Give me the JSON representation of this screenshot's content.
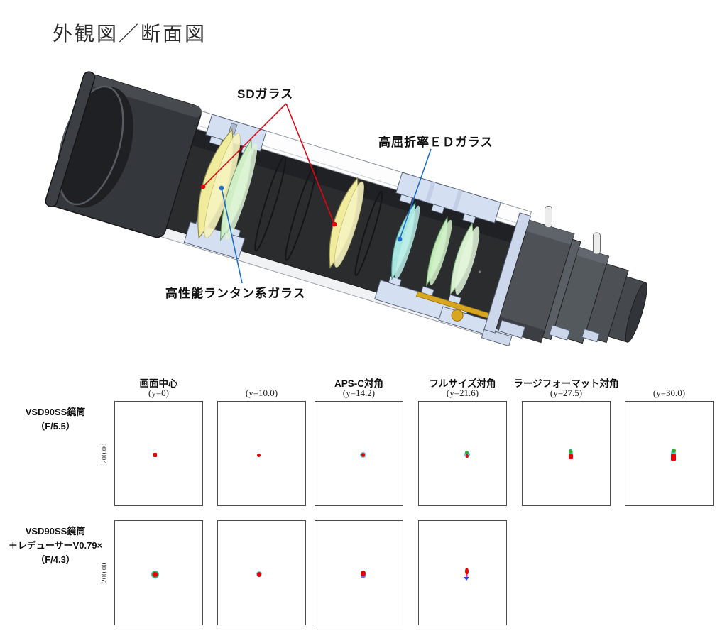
{
  "page": {
    "title": "外観図／断面図"
  },
  "lens_diagram": {
    "annotations": [
      {
        "id": "sd",
        "label": "SDガラス",
        "line_color": "#e60012"
      },
      {
        "id": "ed",
        "label": "高屈折率ＥＤガラス",
        "line_color": "#1e6ec8"
      },
      {
        "id": "lanthanum",
        "label": "高性能ランタン系ガラス",
        "line_color": "#1e6ec8"
      }
    ],
    "part_colors": {
      "sd_glass": "#f1ec9b",
      "ed_glass": "#a9e6df",
      "lanthanum_glass": "#cfeec6",
      "lens_mount": "#d5dff2",
      "tube_interior": "#2a2c2e",
      "focuser_rack_gold": "#d8a51f"
    }
  },
  "chart_data": {
    "type": "scatter",
    "subtype": "spot-diagram-grid",
    "axis_scale_label": "200.00",
    "columns": [
      {
        "title": "画面中心",
        "sub": "(y=0)"
      },
      {
        "title": "",
        "sub": "(y=10.0)"
      },
      {
        "title": "APS-C対角",
        "sub": "(y=14.2)"
      },
      {
        "title": "フルサイズ対角",
        "sub": "(y=21.6)"
      },
      {
        "title": "ラージフォーマット対角",
        "sub": "(y=27.5)"
      },
      {
        "title": "",
        "sub": "(y=30.0)"
      }
    ],
    "rows": [
      {
        "label_lines": [
          "VSD90SS鏡筒",
          "（F/5.5）"
        ],
        "cells": [
          [
            {
              "t": "sq",
              "c": "#e60000",
              "x": -6,
              "y": 1,
              "w": 5,
              "h": 6
            }
          ],
          [
            {
              "t": "dot",
              "c": "#e60000",
              "x": -5,
              "y": 1,
              "w": 5,
              "h": 5
            }
          ],
          [
            {
              "t": "dot",
              "c": "#6fd2e8",
              "x": 5,
              "y": 1,
              "w": 9,
              "h": 8
            },
            {
              "t": "dot",
              "c": "#e60000",
              "x": 5,
              "y": 1,
              "w": 5,
              "h": 6
            }
          ],
          [
            {
              "t": "dot",
              "c": "#5ad0de",
              "x": 5,
              "y": 0,
              "w": 8,
              "h": 9
            },
            {
              "t": "dot",
              "c": "#2fae2f",
              "x": 5,
              "y": -3,
              "w": 5,
              "h": 5
            },
            {
              "t": "dot",
              "c": "#e60000",
              "x": 5,
              "y": 2,
              "w": 4,
              "h": 5
            }
          ],
          [
            {
              "t": "dot",
              "c": "#5ad0de",
              "x": 5,
              "y": -2,
              "w": 6,
              "h": 13
            },
            {
              "t": "dot",
              "c": "#2fae2f",
              "x": 5,
              "y": -4,
              "w": 5,
              "h": 6
            },
            {
              "t": "sq",
              "c": "#e60000",
              "x": 5,
              "y": 3,
              "w": 6,
              "h": 7
            }
          ],
          [
            {
              "t": "dot",
              "c": "#5ad0de",
              "x": 5,
              "y": -1,
              "w": 7,
              "h": 15
            },
            {
              "t": "dot",
              "c": "#2fae2f",
              "x": 5,
              "y": -5,
              "w": 6,
              "h": 6
            },
            {
              "t": "sq",
              "c": "#e60000",
              "x": 5,
              "y": 4,
              "w": 7,
              "h": 9
            }
          ]
        ]
      },
      {
        "label_lines": [
          "VSD90SS鏡筒",
          "＋レデューサーV0.79×",
          "（F/4.3）"
        ],
        "cells": [
          [
            {
              "t": "dot",
              "c": "#3fc4c4",
              "x": -6,
              "y": 1,
              "w": 11,
              "h": 11
            },
            {
              "t": "dot",
              "c": "#2fae2f",
              "x": -6,
              "y": 1,
              "w": 9,
              "h": 9
            },
            {
              "t": "dot",
              "c": "#e60000",
              "x": -6,
              "y": 1,
              "w": 7,
              "h": 7
            }
          ],
          [
            {
              "t": "dot",
              "c": "#6fd2e8",
              "x": -5,
              "y": 1,
              "w": 8,
              "h": 8
            },
            {
              "t": "dot",
              "c": "#e60000",
              "x": -5,
              "y": 1,
              "w": 6,
              "h": 7
            }
          ],
          [
            {
              "t": "dot",
              "c": "#7b6fe0",
              "x": 5,
              "y": 3,
              "w": 7,
              "h": 8
            },
            {
              "t": "dot",
              "c": "#e60000",
              "x": 5,
              "y": 0,
              "w": 7,
              "h": 8
            }
          ],
          [
            {
              "t": "dot",
              "c": "#e60000",
              "x": 5,
              "y": -3,
              "w": 5,
              "h": 10
            },
            {
              "t": "dot",
              "c": "#cc33cc",
              "x": 5,
              "y": 3,
              "w": 3,
              "h": 3
            },
            {
              "t": "tri",
              "c": "#2b3de0",
              "x": 5,
              "y": 7,
              "w": 9,
              "h": 5
            }
          ],
          null,
          null
        ]
      }
    ]
  }
}
